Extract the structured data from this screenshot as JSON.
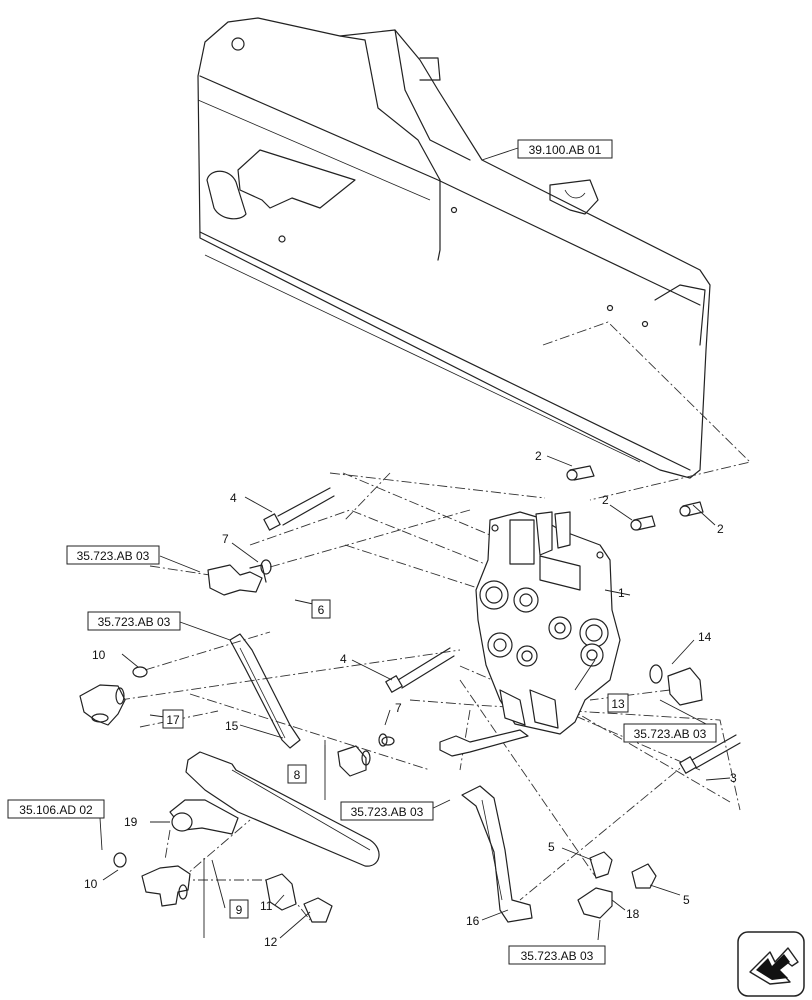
{
  "references": [
    {
      "id": "ref-39-100",
      "text": "39.100.AB 01"
    },
    {
      "id": "ref-723-a",
      "text": "35.723.AB 03"
    },
    {
      "id": "ref-723-b",
      "text": "35.723.AB 03"
    },
    {
      "id": "ref-723-c",
      "text": "35.723.AB 03"
    },
    {
      "id": "ref-723-d",
      "text": "35.723.AB 03"
    },
    {
      "id": "ref-723-e",
      "text": "35.723.AB 03"
    },
    {
      "id": "ref-106",
      "text": "35.106.AD 02"
    }
  ],
  "boxed_callouts": [
    "6",
    "17",
    "8",
    "13",
    "9"
  ],
  "callouts": [
    "1",
    "2",
    "2",
    "2",
    "3",
    "4",
    "4",
    "5",
    "5",
    "7",
    "7",
    "10",
    "10",
    "11",
    "12",
    "14",
    "15",
    "16",
    "18",
    "19"
  ],
  "nav_icon": "next-page-arrow-icon"
}
